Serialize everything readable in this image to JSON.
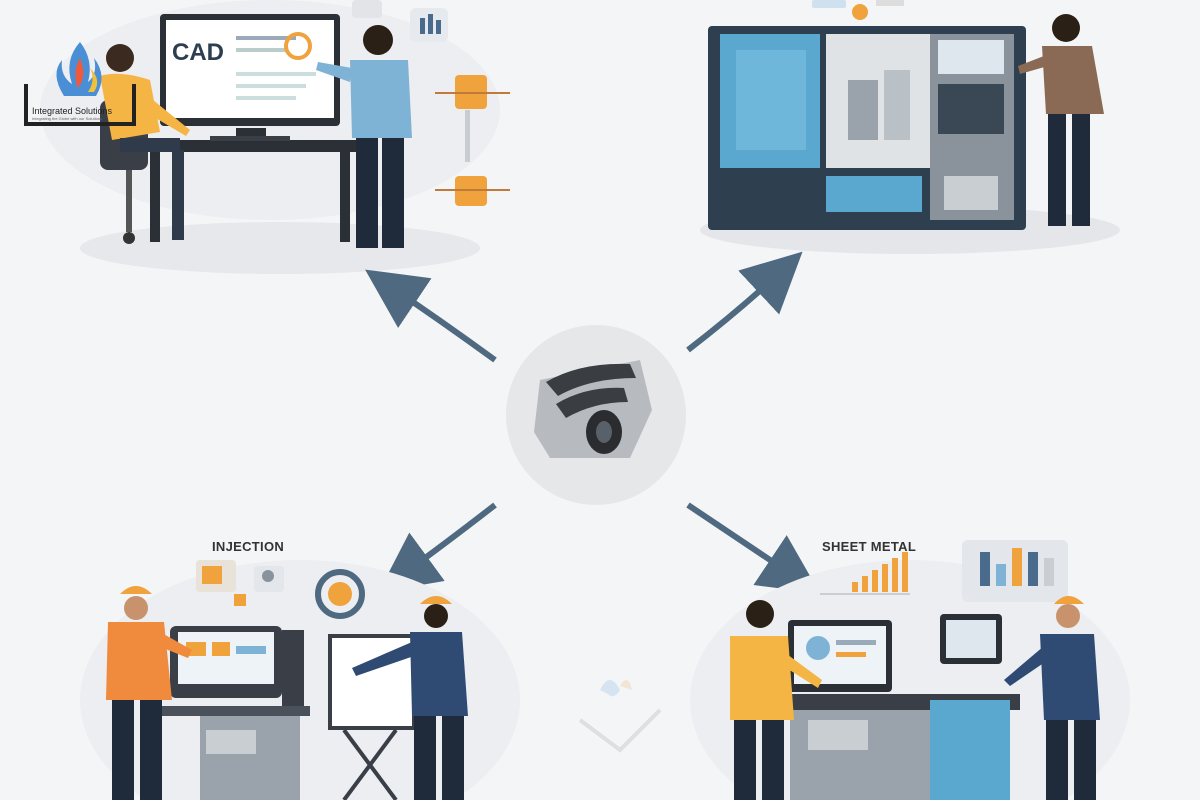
{
  "logo": {
    "name": "Integrated Solutions",
    "tagline": "Integrating the Globe with our Solutions"
  },
  "labels": {
    "cad": "CAD",
    "injection": "INJECTION",
    "sheet_metal": "SHEET METAL"
  },
  "colors": {
    "background": "#f4f5f6",
    "arrow": "#4f6a80",
    "machine_blue": "#5aa8d0",
    "machine_dark": "#2e3f4f",
    "accent_orange": "#f0a23c",
    "shirt_yellow": "#f4b544",
    "shirt_blue": "#7fb3d5",
    "shirt_navy": "#2f4b73"
  },
  "icons": {
    "center": "mechanical-part-icon",
    "top_left_scene": "cad-design-station",
    "top_right_scene": "cnc-machine",
    "bottom_left_scene": "injection-molding-station",
    "bottom_right_scene": "sheet-metal-station"
  }
}
